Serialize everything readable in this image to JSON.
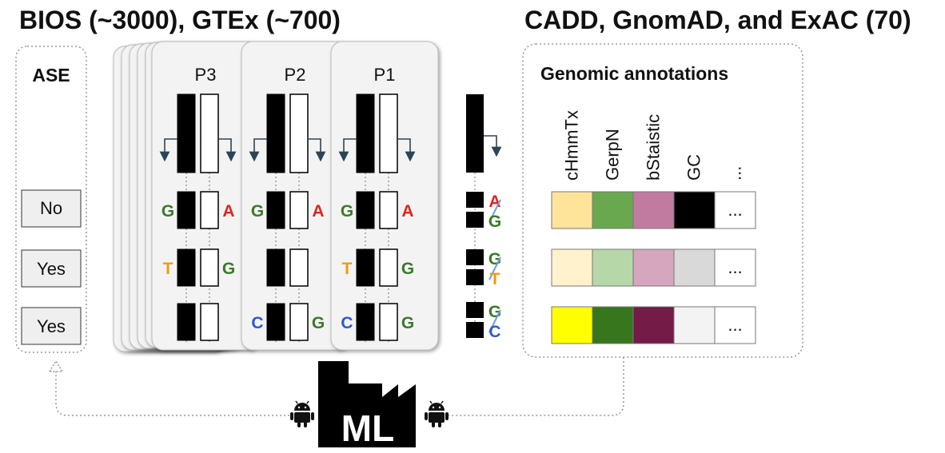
{
  "titles": {
    "left": "BIOS (~3000), GTEx (~700)",
    "right": "CADD, GnomAD, and ExAC (70)"
  },
  "ase": {
    "header": "ASE",
    "rows": [
      "No",
      "Yes",
      "Yes"
    ]
  },
  "people": [
    {
      "label": "P3",
      "left_nucs": [
        "G",
        "T",
        ""
      ],
      "right_nucs": [
        "A",
        "G",
        ""
      ]
    },
    {
      "label": "P2",
      "left_nucs": [
        "G",
        "",
        "C"
      ],
      "right_nucs": [
        "A",
        "",
        "G"
      ]
    },
    {
      "label": "P1",
      "left_nucs": [
        "G",
        "T",
        "C"
      ],
      "right_nucs": [
        "A",
        "G",
        "G"
      ]
    }
  ],
  "variants": [
    {
      "ref": "A",
      "alt": "G"
    },
    {
      "ref": "G",
      "alt": "T"
    },
    {
      "ref": "G",
      "alt": "C"
    }
  ],
  "nucleotide_colors": {
    "A": "#e3221c",
    "G": "#3a7a27",
    "T": "#f09a16",
    "C": "#2f5bc7"
  },
  "annotations": {
    "header": "Genomic annotations",
    "columns": [
      "cHmmTx",
      "GerpN",
      "bStaistic",
      "GC",
      "..."
    ],
    "rows": [
      {
        "colors": [
          "#fde49a",
          "#6aa84f",
          "#c27ba0",
          "#000000"
        ],
        "more": "..."
      },
      {
        "colors": [
          "#fff2cc",
          "#b6d7a8",
          "#d5a6bd",
          "#d9d9d9"
        ],
        "more": "..."
      },
      {
        "colors": [
          "#ffff00",
          "#38761d",
          "#741b47",
          "#f3f3f3"
        ],
        "more": "..."
      }
    ]
  },
  "ml": {
    "label": "ML",
    "icon": "android-icon"
  }
}
